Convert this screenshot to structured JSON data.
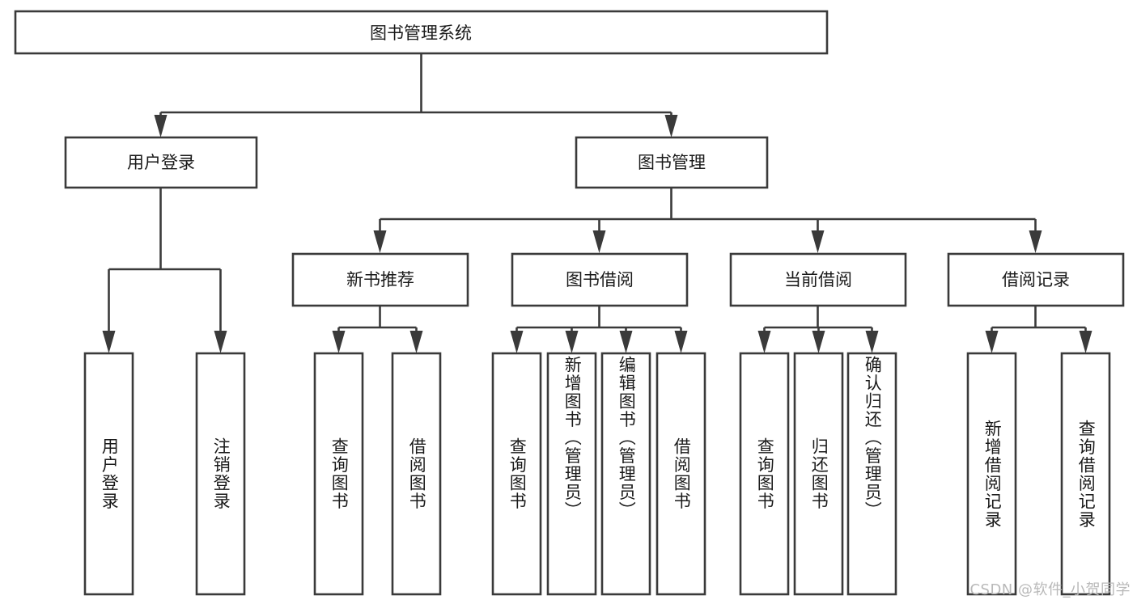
{
  "diagram": {
    "type": "tree-hierarchy",
    "title": "图书管理系统",
    "orientation": "top-down",
    "colors": {
      "box_stroke": "#3a3a3a",
      "box_fill": "#ffffff",
      "text": "#1a1a1a",
      "background": "#ffffff",
      "watermark": "#b9b9b9"
    },
    "levels": {
      "level1": [
        {
          "id": "root",
          "label": "图书管理系统"
        }
      ],
      "level2": [
        {
          "id": "user-login",
          "label": "用户登录"
        },
        {
          "id": "book-manage",
          "label": "图书管理"
        }
      ],
      "level3": [
        {
          "id": "new-book-recommend",
          "label": "新书推荐"
        },
        {
          "id": "book-borrow",
          "label": "图书借阅"
        },
        {
          "id": "current-borrow",
          "label": "当前借阅"
        },
        {
          "id": "borrow-record",
          "label": "借阅记录"
        }
      ],
      "level4": {
        "user-login": [
          {
            "id": "leaf-user-login",
            "label": "用户登录"
          },
          {
            "id": "leaf-user-logout",
            "label": "注销登录"
          }
        ],
        "new-book-recommend": [
          {
            "id": "leaf-query-book-1",
            "label": "查询图书"
          },
          {
            "id": "leaf-borrow-book-1",
            "label": "借阅图书"
          }
        ],
        "book-borrow": [
          {
            "id": "leaf-query-book-2",
            "label": "查询图书"
          },
          {
            "id": "leaf-add-book",
            "label": "新增图书（管理员）"
          },
          {
            "id": "leaf-edit-book",
            "label": "编辑图书（管理员）"
          },
          {
            "id": "leaf-borrow-book-2",
            "label": "借阅图书"
          }
        ],
        "current-borrow": [
          {
            "id": "leaf-query-book-3",
            "label": "查询图书"
          },
          {
            "id": "leaf-return-book",
            "label": "归还图书"
          },
          {
            "id": "leaf-confirm-return",
            "label": "确认归还（管理员）"
          }
        ],
        "borrow-record": [
          {
            "id": "leaf-add-record",
            "label": "新增借阅记录"
          },
          {
            "id": "leaf-query-record",
            "label": "查询借阅记录"
          }
        ]
      }
    }
  },
  "watermark": {
    "text": "CSDN @软件_小贺同学"
  }
}
